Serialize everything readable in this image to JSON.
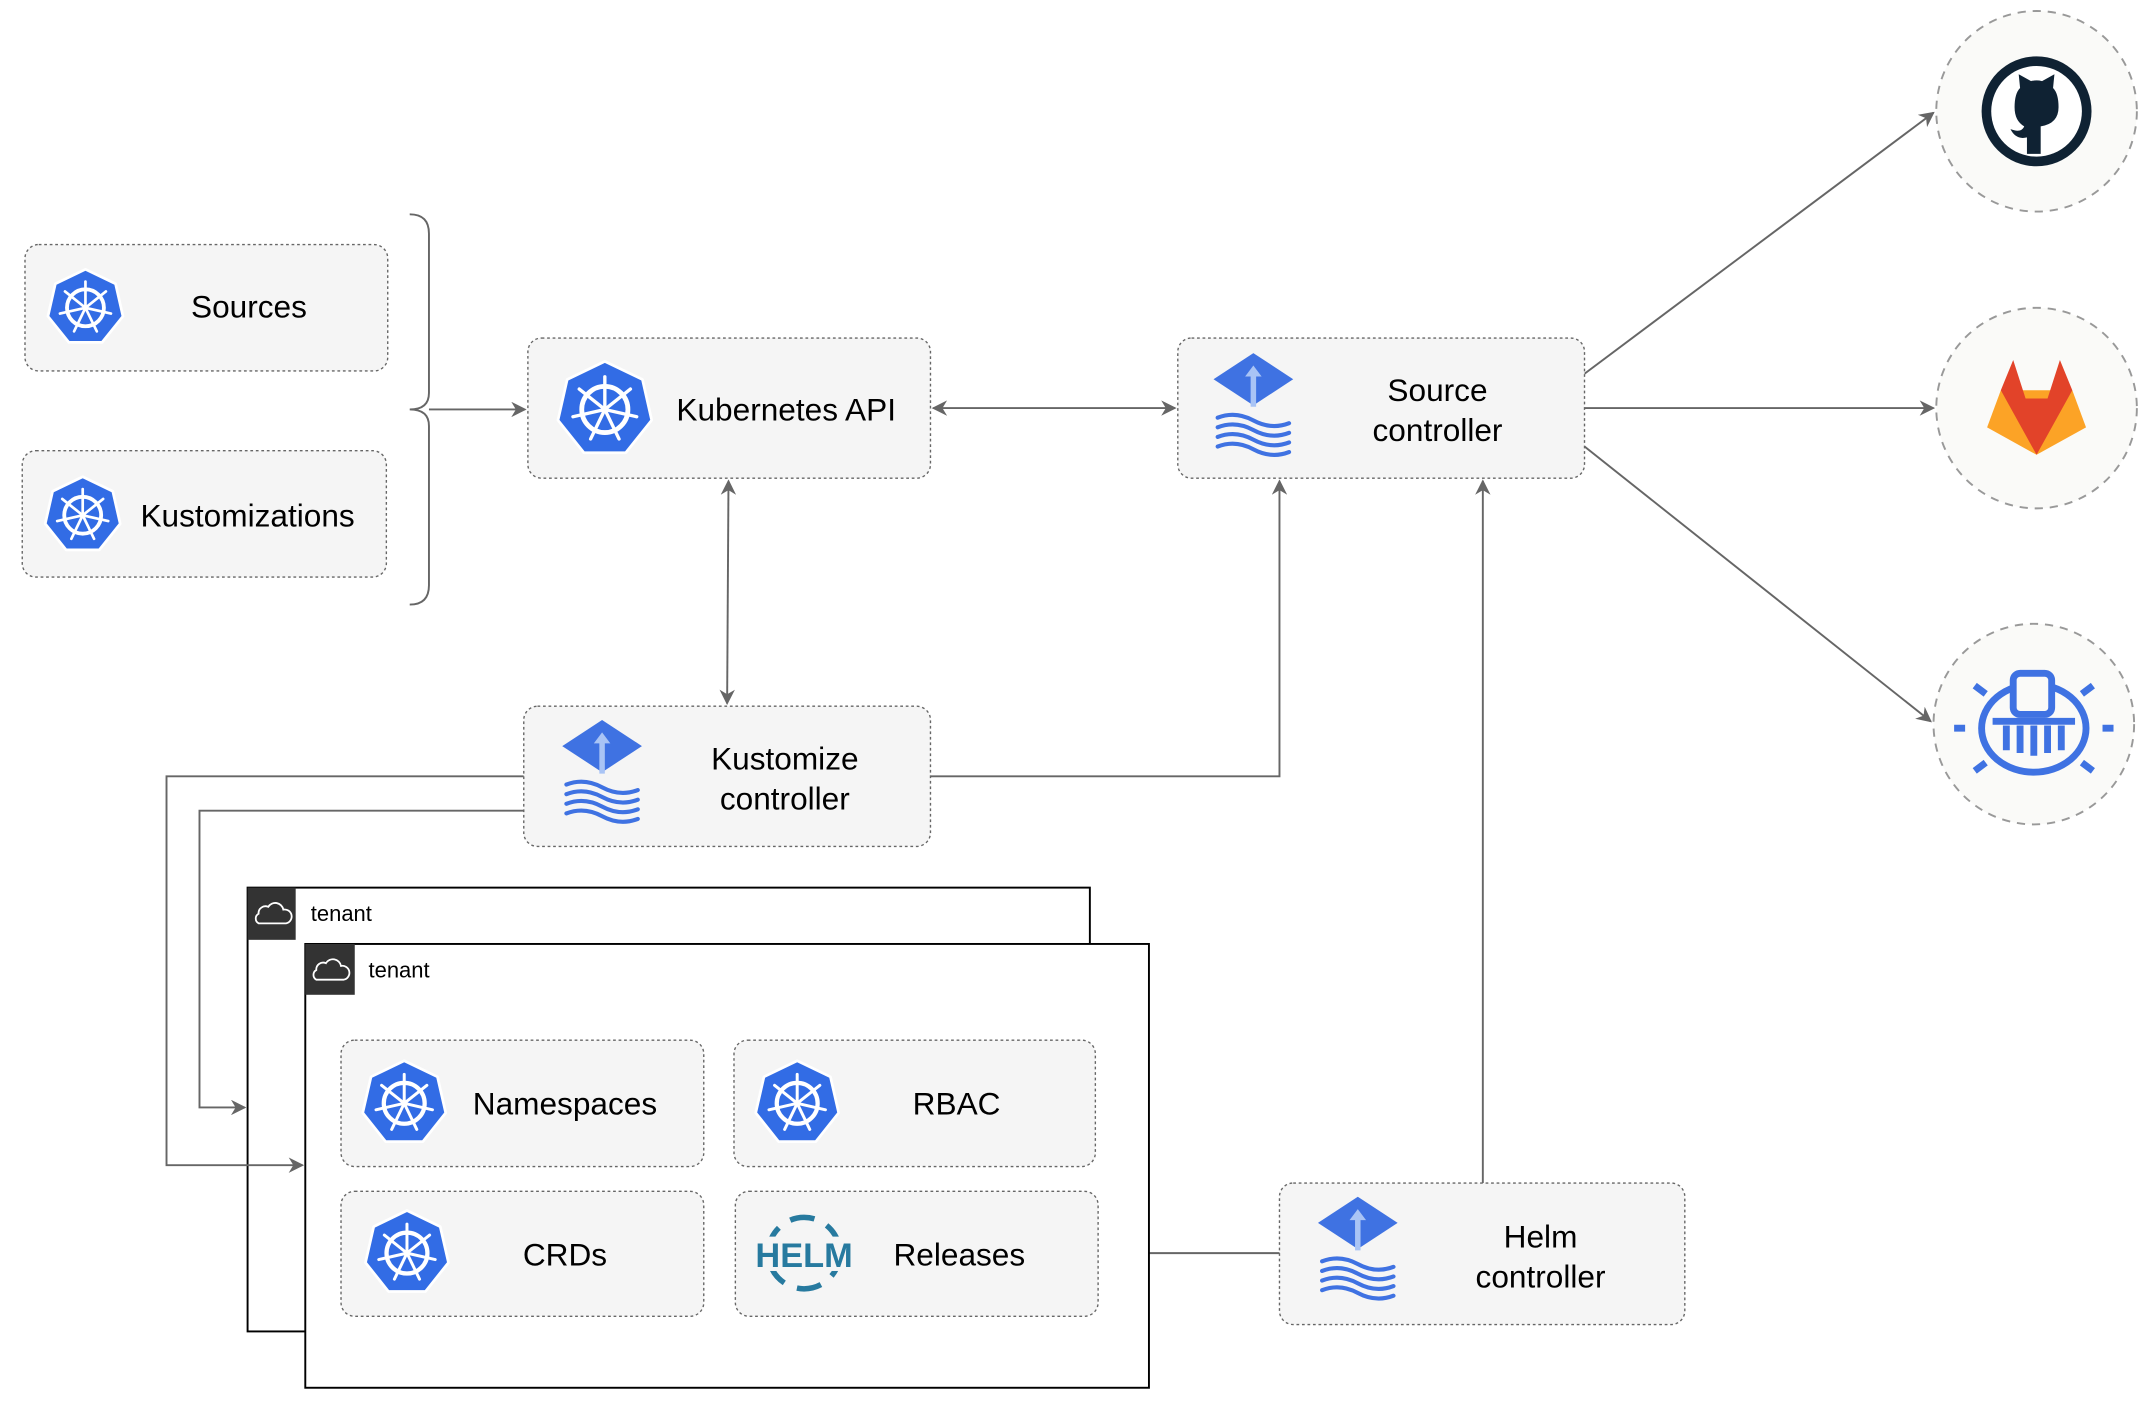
{
  "nodes": {
    "sources": "Sources",
    "kustomizations": "Kustomizations",
    "kubernetes_api": "Kubernetes API",
    "source_controller": [
      "Source",
      "controller"
    ],
    "kustomize_controller": [
      "Kustomize",
      "controller"
    ],
    "helm_controller": [
      "Helm",
      "controller"
    ],
    "namespaces": "Namespaces",
    "rbac": "RBAC",
    "crds": "CRDs",
    "releases": "Releases"
  },
  "tenants": [
    "tenant",
    "tenant"
  ],
  "icons": {
    "kubernetes": "kubernetes-icon",
    "flux": "flux-icon",
    "helm": "helm-icon",
    "helm_text": "HELM",
    "github": "github-icon",
    "gitlab": "gitlab-icon",
    "bucket": "bucket-icon",
    "cloud": "cloud-icon"
  },
  "colors": {
    "k8s_blue": "#326ce5",
    "flux_blue": "#3f72e2",
    "helm_blue": "#277a9f",
    "github_dark": "#0f2233",
    "gitlab_orange": "#e24329",
    "gitlab_light": "#fca326",
    "edge": "#666666"
  }
}
